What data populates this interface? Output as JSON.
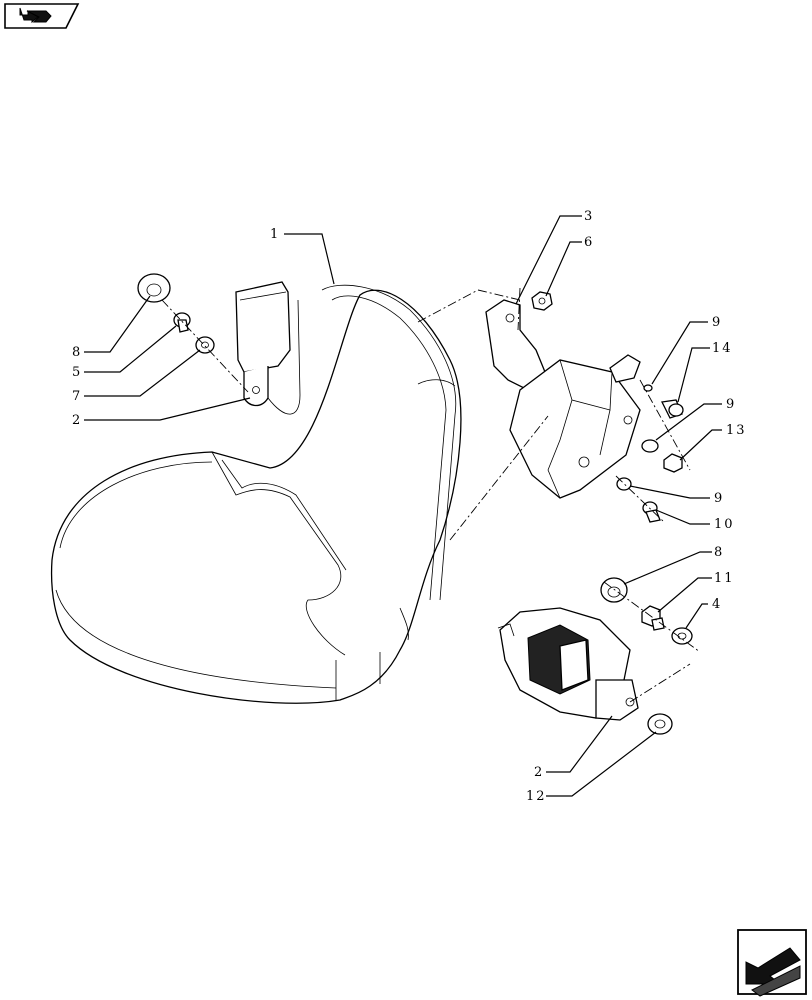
{
  "diagram": {
    "callouts": [
      {
        "id": "c1",
        "label": "1"
      },
      {
        "id": "c3",
        "label": "3"
      },
      {
        "id": "c6",
        "label": "6"
      },
      {
        "id": "c8a",
        "label": "8"
      },
      {
        "id": "c5",
        "label": "5"
      },
      {
        "id": "c7",
        "label": "7"
      },
      {
        "id": "c2a",
        "label": "2"
      },
      {
        "id": "c9a",
        "label": "9"
      },
      {
        "id": "c14",
        "label": "14"
      },
      {
        "id": "c9b",
        "label": "9"
      },
      {
        "id": "c13",
        "label": "13"
      },
      {
        "id": "c9c",
        "label": "9"
      },
      {
        "id": "c10",
        "label": "10"
      },
      {
        "id": "c8b",
        "label": "8"
      },
      {
        "id": "c11",
        "label": "11"
      },
      {
        "id": "c4",
        "label": "4"
      },
      {
        "id": "c2b",
        "label": "2"
      },
      {
        "id": "c12",
        "label": "12"
      }
    ]
  },
  "nav": {
    "top_icon": "back-arrow-icon",
    "bottom_icon": "next-arrow-icon"
  }
}
